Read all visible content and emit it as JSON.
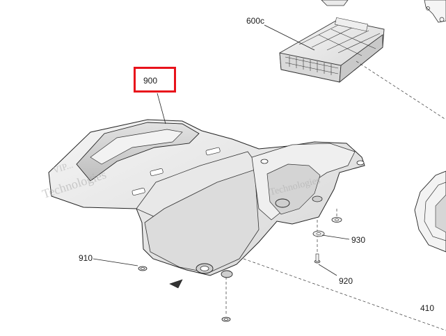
{
  "callouts": {
    "c900": "900",
    "c600c": "600c",
    "c910": "910",
    "c920": "920",
    "c930": "930",
    "c410": "410"
  },
  "highlight_color": "#e8121b",
  "watermark": {
    "line1": "VIP...",
    "line2": "Technologies",
    "line3": "Technologies"
  }
}
